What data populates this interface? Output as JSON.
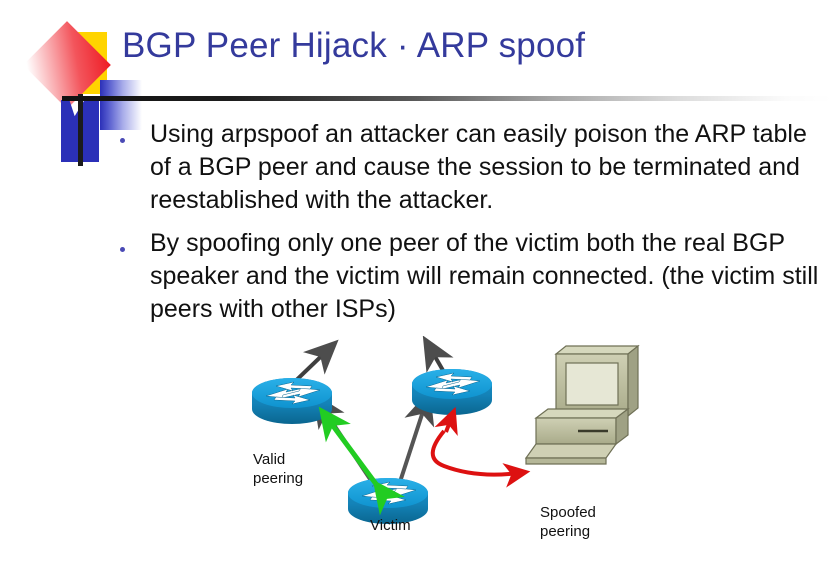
{
  "slide": {
    "title": "BGP Peer Hijack · ARP spoof",
    "bullets": [
      {
        "text": "Using arpspoof an attacker can easily poison the ARP table of a BGP peer and cause the session to be terminated and reestablished with the attacker."
      },
      {
        "text": "By spoofing only one peer of the victim both the real BGP speaker and the victim will remain connected. (the victim still peers with other ISPs)"
      }
    ],
    "diagram": {
      "type": "network-topology",
      "labels": {
        "valid_peering": "Valid\npeering",
        "victim": "Victim",
        "spoofed_peering": "Spoofed\npeering"
      },
      "nodes": [
        {
          "id": "router-left",
          "kind": "router",
          "label": ""
        },
        {
          "id": "router-right",
          "kind": "router",
          "label": ""
        },
        {
          "id": "router-victim",
          "kind": "router",
          "label": "Victim"
        },
        {
          "id": "attacker-pc",
          "kind": "computer",
          "label": "Spoofed peering"
        }
      ],
      "links": [
        {
          "from": "router-victim",
          "to": "router-left",
          "style": "gray-line",
          "meaning": "peer link"
        },
        {
          "from": "router-victim",
          "to": "router-right",
          "style": "gray-line",
          "meaning": "peer link"
        },
        {
          "from": "router-victim",
          "to": "router-left",
          "style": "green-arrow",
          "meaning": "valid peering"
        },
        {
          "from": "router-right",
          "to": "attacker-pc",
          "style": "red-curve",
          "meaning": "spoofed peering"
        }
      ]
    },
    "colors": {
      "title": "#343a9c",
      "bullet": "#4a4ab5",
      "router_body": "#1b8fc6",
      "router_top": "#0f9ddb",
      "router_side_dark": "#0d6f9c",
      "valid_arrow": "#22cc22",
      "spoof_arrow": "#dd1111",
      "link_gray": "#555555",
      "pc_case": "#b9bb9a",
      "logo_yellow": "#ffd400",
      "logo_red": "#ee1c25",
      "logo_blue": "#2b30b8"
    }
  }
}
